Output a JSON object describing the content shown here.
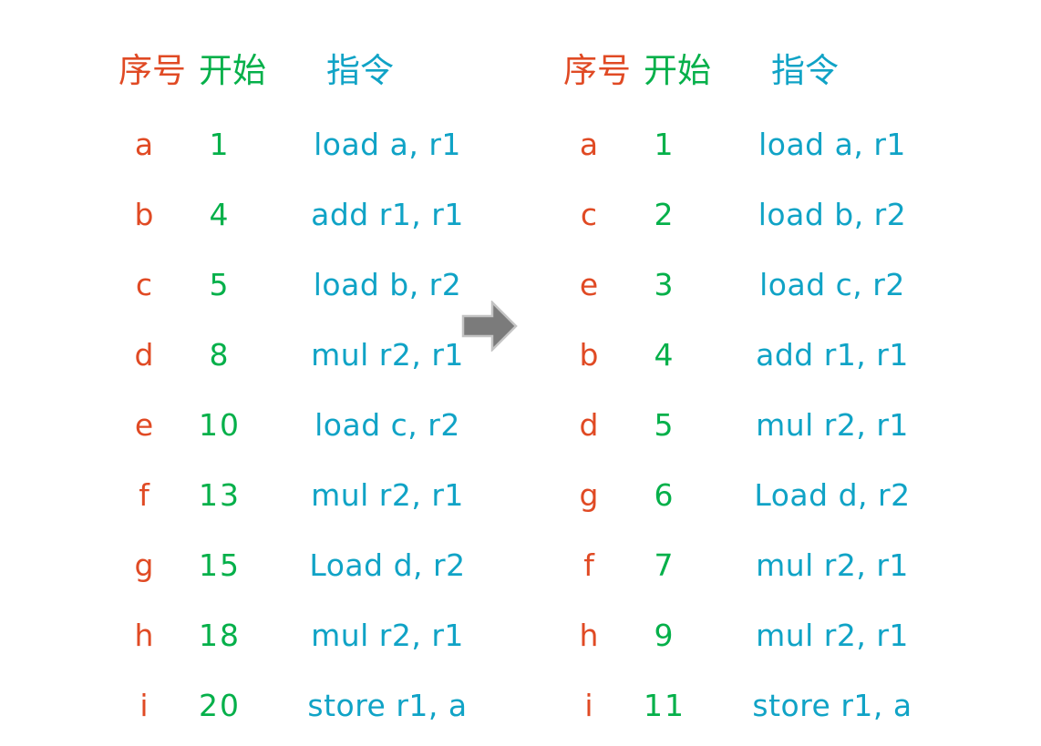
{
  "colors": {
    "label": "#E04A24",
    "start": "#05B04A",
    "instruction": "#10A3C6",
    "arrow_fill": "#7B7B7B",
    "arrow_stroke": "#BFBFBF",
    "background": "#FFFFFF"
  },
  "headers": {
    "sequence": "序号",
    "start": "开始",
    "instruction": "指令"
  },
  "arrow": {
    "icon": "arrow-right-icon",
    "direction": "right"
  },
  "tables": [
    {
      "id": "before-scheduling",
      "rows": [
        {
          "label": "a",
          "start": "1",
          "instruction": "load a, r1"
        },
        {
          "label": "b",
          "start": "4",
          "instruction": "add r1, r1"
        },
        {
          "label": "c",
          "start": "5",
          "instruction": "load b, r2"
        },
        {
          "label": "d",
          "start": "8",
          "instruction": "mul r2, r1"
        },
        {
          "label": "e",
          "start": "10",
          "instruction": "load c, r2"
        },
        {
          "label": "f",
          "start": "13",
          "instruction": "mul r2, r1"
        },
        {
          "label": "g",
          "start": "15",
          "instruction": "Load d, r2"
        },
        {
          "label": "h",
          "start": "18",
          "instruction": "mul r2, r1"
        },
        {
          "label": "i",
          "start": "20",
          "instruction": "store r1, a"
        }
      ]
    },
    {
      "id": "after-scheduling",
      "rows": [
        {
          "label": "a",
          "start": "1",
          "instruction": "load a, r1"
        },
        {
          "label": "c",
          "start": "2",
          "instruction": "load b, r2"
        },
        {
          "label": "e",
          "start": "3",
          "instruction": "load c, r2"
        },
        {
          "label": "b",
          "start": "4",
          "instruction": "add r1, r1"
        },
        {
          "label": "d",
          "start": "5",
          "instruction": "mul r2, r1"
        },
        {
          "label": "g",
          "start": "6",
          "instruction": "Load d, r2"
        },
        {
          "label": "f",
          "start": "7",
          "instruction": "mul r2, r1"
        },
        {
          "label": "h",
          "start": "9",
          "instruction": "mul r2, r1"
        },
        {
          "label": "i",
          "start": "11",
          "instruction": "store r1, a"
        }
      ]
    }
  ]
}
